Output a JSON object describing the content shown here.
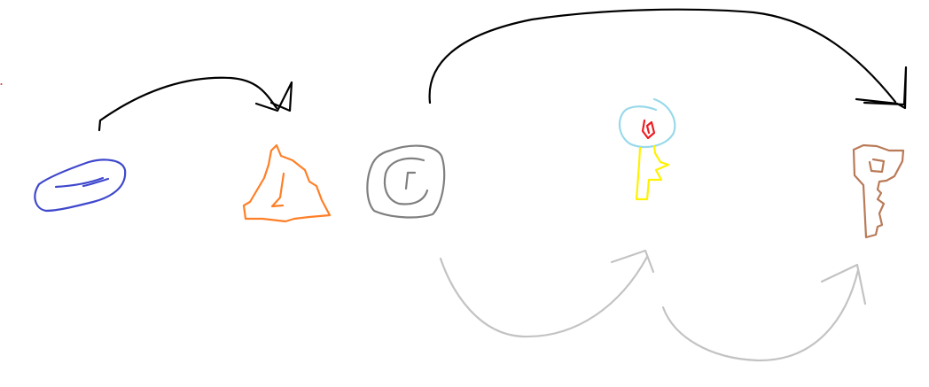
{
  "diagram": {
    "background": "#ffffff",
    "objects": [
      {
        "id": "blue-pebble",
        "color": "#3f48cc"
      },
      {
        "id": "orange-shard",
        "color": "#ff7f27"
      },
      {
        "id": "gray-spiral-stone",
        "color": "#7f7f7f"
      },
      {
        "id": "lightbulb-key",
        "color_bulb": "#99d9ea",
        "color_filament": "#ed1c24",
        "color_stem": "#fff200"
      },
      {
        "id": "brown-key",
        "color": "#b97a57"
      }
    ],
    "arrows": [
      {
        "id": "arrow-pebble-to-shard",
        "color": "#000000"
      },
      {
        "id": "arrow-stone-to-key",
        "color": "#000000"
      },
      {
        "id": "arrow-stone-to-lightbulb",
        "color": "#c3c3c3"
      },
      {
        "id": "arrow-lightbulb-to-key",
        "color": "#c3c3c3"
      }
    ],
    "markers": [
      {
        "id": "red-dot",
        "color": "#cc3333"
      }
    ]
  }
}
